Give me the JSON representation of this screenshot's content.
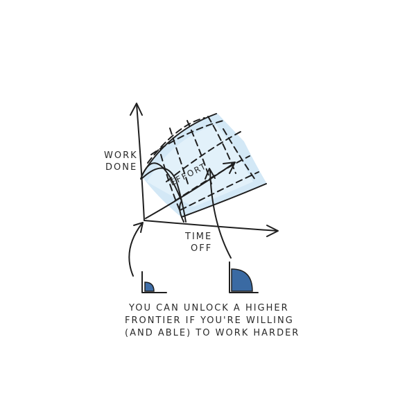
{
  "diagram": {
    "y_axis_label_line1": "WORK",
    "y_axis_label_line2": "DONE",
    "x_axis_label_line1": "TIME",
    "x_axis_label_line2": "OFF",
    "arrow_label": "EFFORT",
    "caption_line1": "YOU CAN UNLOCK A HIGHER",
    "caption_line2": "FRONTIER IF YOU'RE WILLING",
    "caption_line3": "(AND ABLE) TO WORK HARDER"
  },
  "colors": {
    "ink": "#1f1f1f",
    "frontier_fill": "#cfe6f5",
    "frontier_fill_light": "#e4f1fa",
    "quarter_small_fill": "#3f6ea8",
    "quarter_large_fill": "#3a6aa3"
  }
}
